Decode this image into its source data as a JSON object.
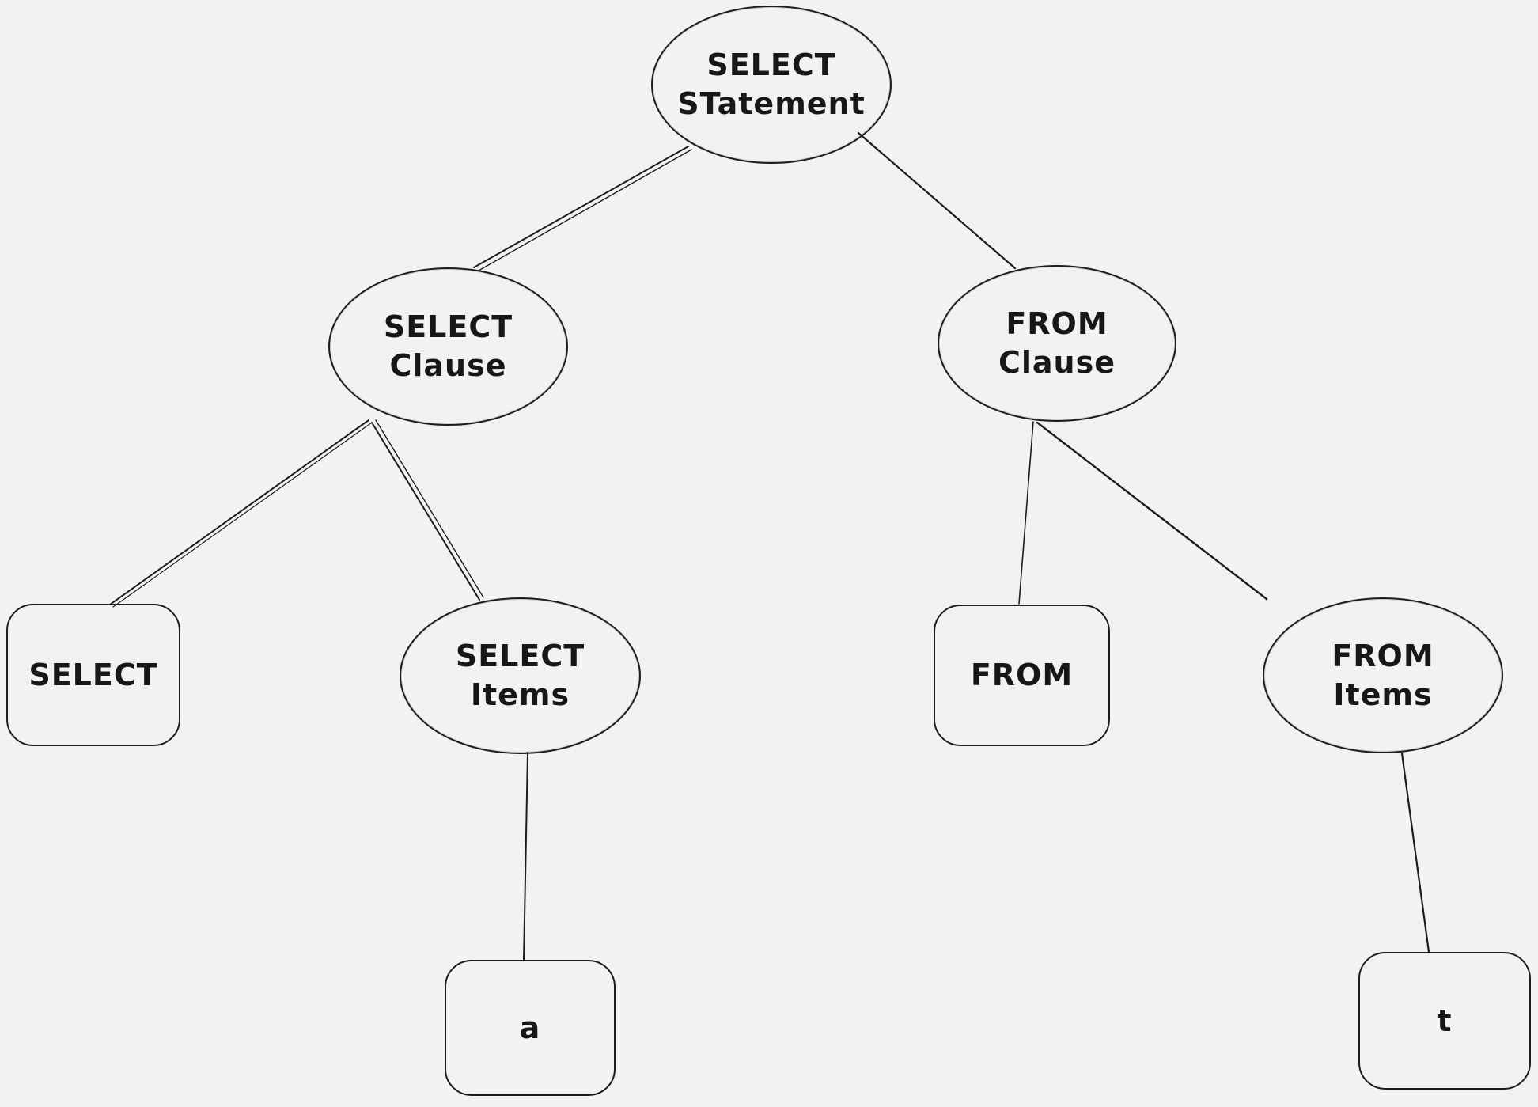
{
  "colors": {
    "background": "#f1f2f4",
    "stroke": "#1c1c1f",
    "text": "#17171a"
  },
  "nodes": {
    "select_statement": {
      "line1": "SELECT",
      "line2": "STatement"
    },
    "select_clause": {
      "line1": "SELECT",
      "line2": "Clause"
    },
    "from_clause": {
      "line1": "FROM",
      "line2": "Clause"
    },
    "select_keyword": {
      "label": "SELECT"
    },
    "select_items": {
      "line1": "SELECT",
      "line2": "Items"
    },
    "from_keyword": {
      "label": "FROM"
    },
    "from_items": {
      "line1": "FROM",
      "line2": "Items"
    },
    "item_a": {
      "label": "a"
    },
    "item_t": {
      "label": "t"
    }
  },
  "edges": [
    {
      "from": "select_statement",
      "to": "select_clause"
    },
    {
      "from": "select_statement",
      "to": "from_clause"
    },
    {
      "from": "select_clause",
      "to": "select_keyword"
    },
    {
      "from": "select_clause",
      "to": "select_items"
    },
    {
      "from": "select_items",
      "to": "item_a"
    },
    {
      "from": "from_clause",
      "to": "from_keyword"
    },
    {
      "from": "from_clause",
      "to": "from_items"
    },
    {
      "from": "from_items",
      "to": "item_t"
    }
  ]
}
